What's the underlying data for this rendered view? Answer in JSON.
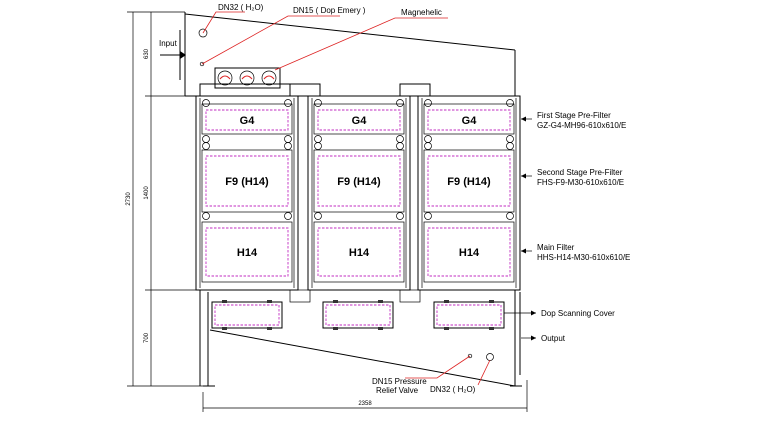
{
  "labels": {
    "input": "Input",
    "output": "Output",
    "dn32_top": "DN32 ( H₂O)",
    "dn15_top": "DN15 ( Dop Emery )",
    "magnehelic": "Magnehelic",
    "dn15_bottom_line1": "DN15 Pressure",
    "dn15_bottom_line2": "Relief Valve",
    "dn32_bottom": "DN32 ( H₂O)",
    "dop_scanning_cover": "Dop Scanning Cover"
  },
  "stages": [
    {
      "line1": "First Stage Pre-Filter",
      "line2": "GZ-G4-MH96-610x610/E"
    },
    {
      "line1": "Second Stage Pre-Filter",
      "line2": "FHS-F9-M30-610x610/E"
    },
    {
      "line1": "Main Filter",
      "line2": "HHS-H14-M30-610x610/E"
    }
  ],
  "columns": [
    {
      "filters": [
        "G4",
        "F9 (H14)",
        "H14"
      ]
    },
    {
      "filters": [
        "G4",
        "F9 (H14)",
        "H14"
      ]
    },
    {
      "filters": [
        "G4",
        "F9 (H14)",
        "H14"
      ]
    }
  ],
  "dimensions": {
    "overall_height": "2730",
    "top_section": "630",
    "filter_section": "1400",
    "bottom_section": "700",
    "overall_width": "2358"
  }
}
